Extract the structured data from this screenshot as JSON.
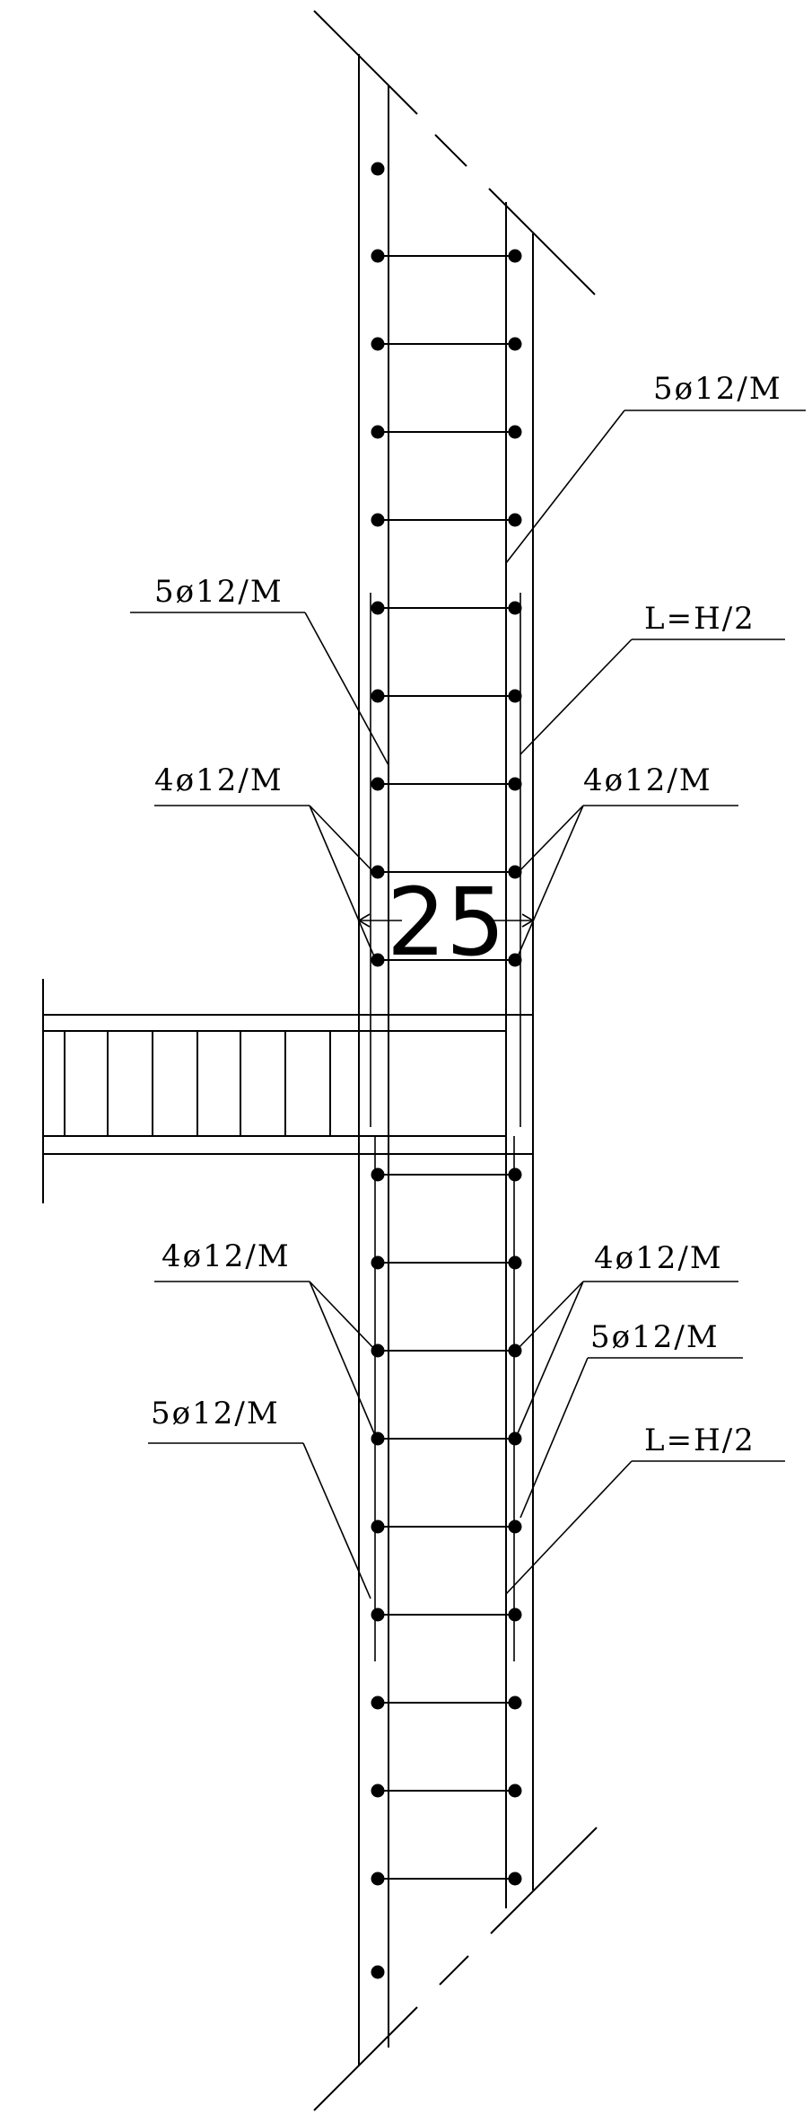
{
  "labels": {
    "top_right_bar": "5ø12/M",
    "top_right_length": "L=H/2",
    "top_left_bar": "5ø12/M",
    "top_left_corner_bars": "4ø12/M",
    "top_right_corner_bars": "4ø12/M",
    "bottom_left_corner_bars": "4ø12/M",
    "bottom_right_corner_bars": "4ø12/M",
    "bottom_right_bar": "5ø12/M",
    "bottom_left_bar": "5ø12/M",
    "bottom_right_length": "L=H/2"
  },
  "dimension": {
    "value": "25"
  },
  "colors": {
    "line": "#000000",
    "background": "#ffffff"
  }
}
